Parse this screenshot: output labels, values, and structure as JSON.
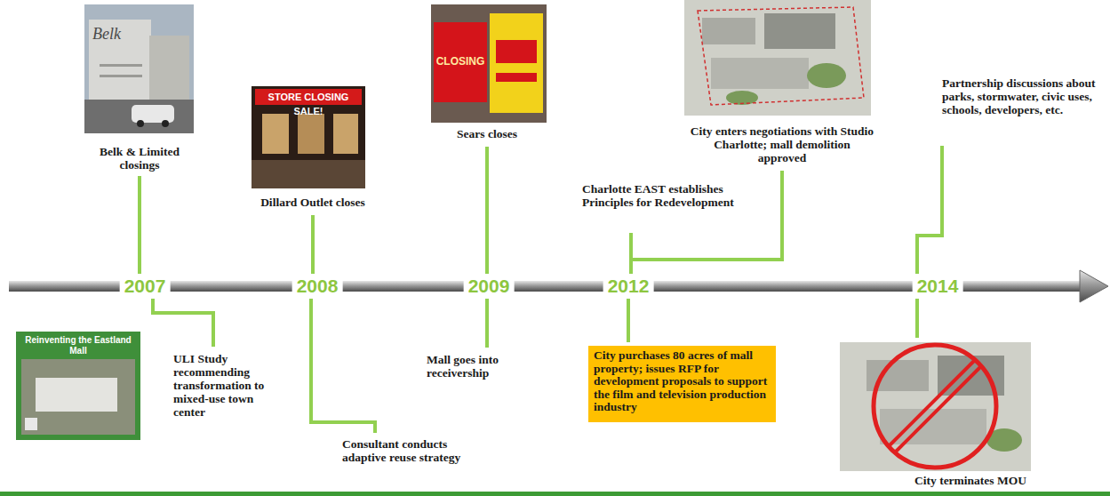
{
  "diagram": {
    "nodes": [
      {
        "text": [
          "City purchases 80 acres of mall property; issues RFP for development proposals to support the film and television production industry"
        ]
      }
    ],
    "labels": [
      "2007",
      "2008",
      "2009",
      "2012",
      "2014",
      "Belk & Limited closings",
      "Dillard Outlet closes",
      "Sears closes",
      "Charlotte EAST establishes Principles for Redevelopment",
      "City enters negotiations with Studio Charlotte; mall demolition approved",
      "Partnership discussions about parks, stormwater, civic uses, schools, developers, etc.",
      "ULI Study recommending transformation to mixed-use town center",
      "Consultant conducts adaptive reuse strategy",
      "Mall goes into receivership",
      "City terminates MOU",
      "Belk",
      "STORE CLOSING SALE!",
      "CLOSING",
      "Reinventing the Eastland Mall"
    ]
  }
}
